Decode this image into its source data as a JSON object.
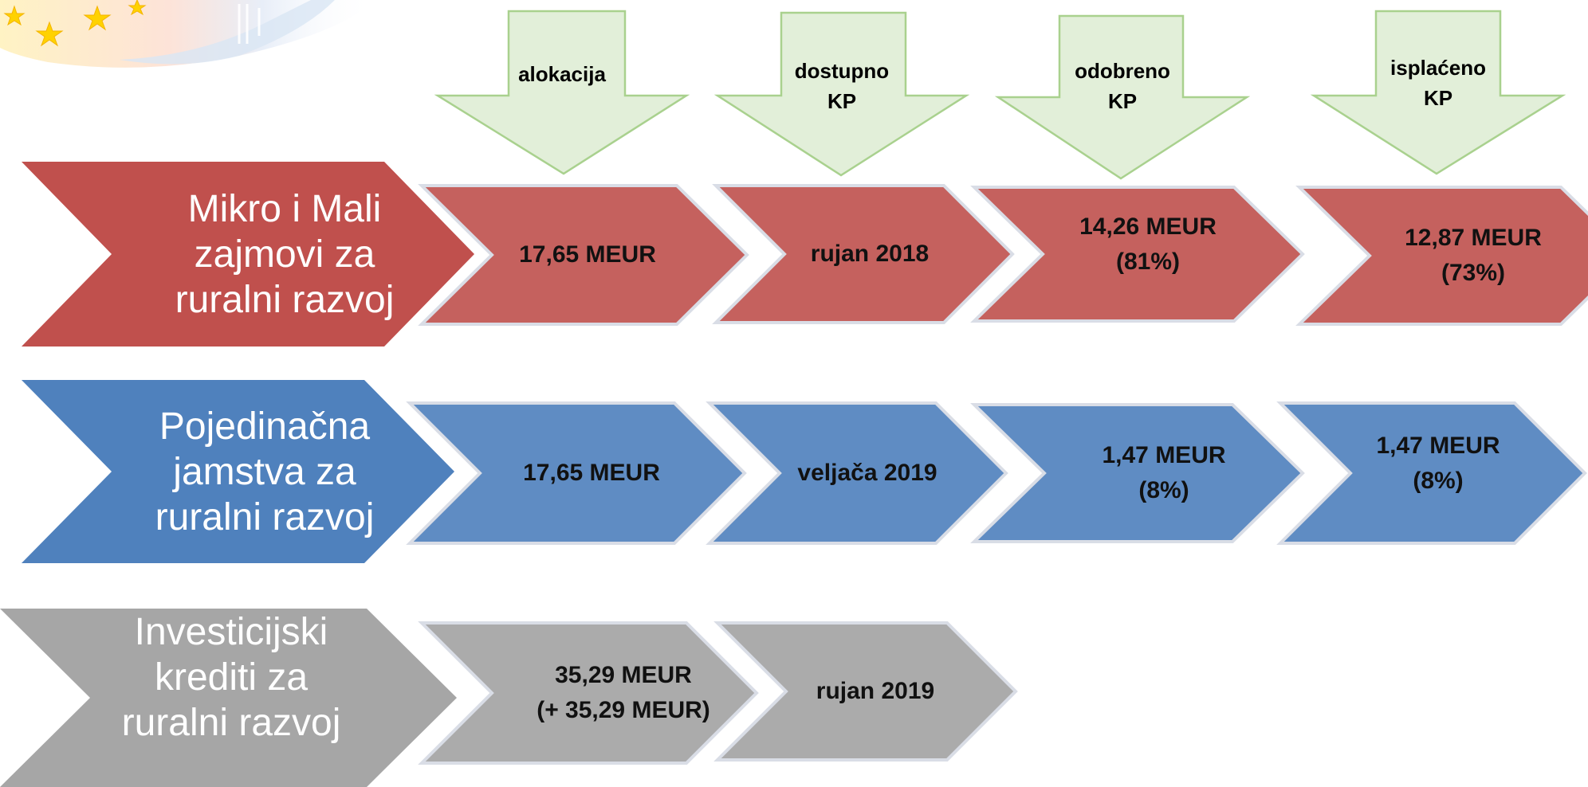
{
  "colors": {
    "red": "#c0504d",
    "red_light": "#c5615e",
    "blue": "#4f81bd",
    "blue_light": "#5f8cc3",
    "gray": "#a6a6a6",
    "gray_light": "#ababab",
    "green_fill": "#e2efd9",
    "green_stroke": "#a9d18e",
    "cell_stroke": "#d9dde6"
  },
  "columns": [
    {
      "label": "alokacija"
    },
    {
      "label": "dostupno\nKP"
    },
    {
      "label": "odobreno\nKP"
    },
    {
      "label": "isplaćeno\nKP"
    }
  ],
  "rows": [
    {
      "title": "Mikro i Mali\nzajmovi za\nruralni razvoj",
      "color": "red",
      "cells": [
        "17,65 MEUR",
        "rujan 2018",
        "14,26 MEUR\n(81%)",
        "12,87 MEUR\n(73%)"
      ]
    },
    {
      "title": "Pojedinačna\njamstva za\nruralni razvoj",
      "color": "blue",
      "cells": [
        "17,65 MEUR",
        "veljača 2019",
        "1,47 MEUR\n(8%)",
        "1,47 MEUR\n(8%)"
      ]
    },
    {
      "title": "Investicijski\nkrediti za\nruralni razvoj",
      "color": "gray",
      "cells": [
        "35,29 MEUR\n(+ 35,29 MEUR)",
        "rujan 2019"
      ]
    }
  ]
}
